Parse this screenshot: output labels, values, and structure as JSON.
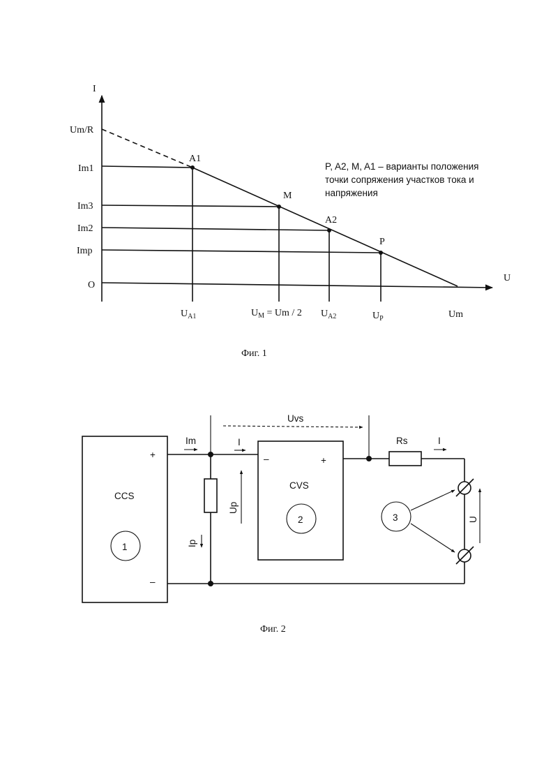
{
  "fig1": {
    "axis_x_label": "U",
    "axis_y_label": "I",
    "origin_label": "O",
    "y_ticks": {
      "umr": "Um/R",
      "im1": "Im1",
      "im3": "Im3",
      "im2": "Im2",
      "imp": "Imp"
    },
    "x_ticks": {
      "ua1": "U",
      "ua1_sub": "A1",
      "um_half": "U",
      "um_half_sub": "M",
      "um_half_rest": " = Um / 2",
      "ua2": "U",
      "ua2_sub": "A2",
      "up": "U",
      "up_sub": "P",
      "um": "Um"
    },
    "points": {
      "a1": "A1",
      "m": "M",
      "a2": "A2",
      "p": "P"
    },
    "note_lines": [
      "P, A2, M, A1 – варианты положения",
      "точки сопряжения участков тока и",
      "напряжения"
    ],
    "caption": "Фиг. 1"
  },
  "fig2": {
    "ccs_label": "CCS",
    "ccs_number": "1",
    "cvs_label": "CVS",
    "cvs_number": "2",
    "load_number": "3",
    "ccs_plus": "+",
    "ccs_minus": "–",
    "cvs_minus": "–",
    "cvs_plus": "+",
    "im_label": "Im",
    "i_label_1": "I",
    "i_label_2": "I",
    "uvs_label": "Uvs",
    "rs_label": "Rs",
    "up_label": "Up",
    "ip_label": "Ip",
    "u_label": "U",
    "caption": "Фиг. 2"
  }
}
